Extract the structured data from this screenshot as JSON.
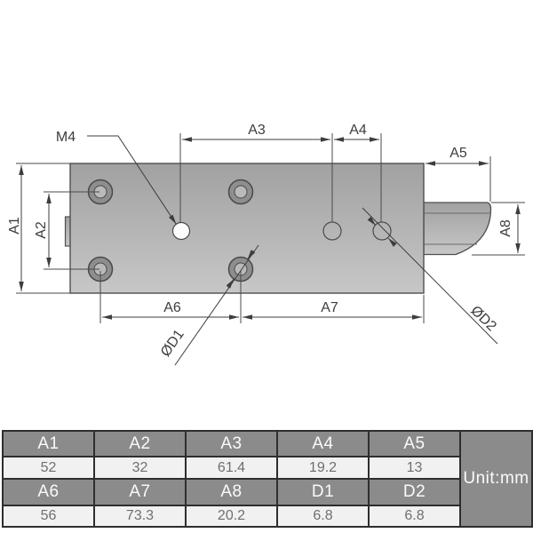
{
  "drawing": {
    "labels": {
      "m4": "M4",
      "a1": "A1",
      "a2": "A2",
      "a3": "A3",
      "a4": "A4",
      "a5": "A5",
      "a6": "A6",
      "a7": "A7",
      "a8": "A8",
      "d1": "ØD1",
      "d2": "ØD2"
    }
  },
  "table": {
    "unit_label": "Unit:mm",
    "rows": [
      {
        "cells": [
          "A1",
          "A2",
          "A3",
          "A4",
          "A5"
        ]
      },
      {
        "cells": [
          "52",
          "32",
          "61.4",
          "19.2",
          "13"
        ]
      },
      {
        "cells": [
          "A6",
          "A7",
          "A8",
          "D1",
          "D2"
        ]
      },
      {
        "cells": [
          "56",
          "73.3",
          "20.2",
          "6.8",
          "6.8"
        ]
      }
    ]
  },
  "colors": {
    "plate_dark": "#a1a1a1",
    "plate_light": "#c7c7c7",
    "ring_fill": "#8e8e8e",
    "line": "#4a4a4a",
    "table_header_bg": "#8b8b8b",
    "table_cell_bg": "#f1f1f1",
    "table_border": "#2e2e2e"
  }
}
